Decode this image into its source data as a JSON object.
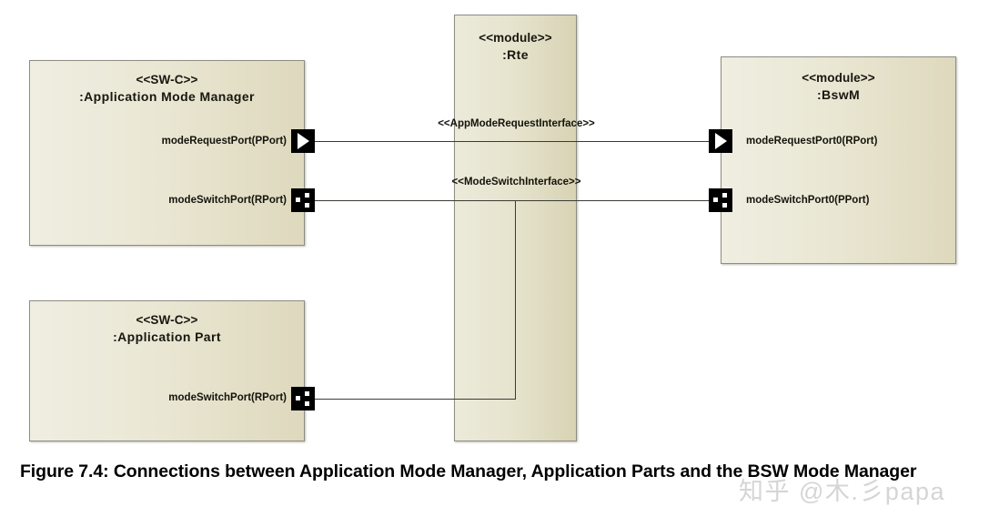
{
  "figure": {
    "caption": "Figure 7.4: Connections between Application Mode Manager, Application Parts and the BSW Mode Manager",
    "watermark": "知乎 @木.彡papa"
  },
  "colors": {
    "component_fill_light": "#efeee1",
    "component_fill_dark": "#ded9bd",
    "component_border": "#8d8d82",
    "connector": "#3b3b35",
    "port_glyph": "#000000",
    "text": "#14130c"
  },
  "components": [
    {
      "id": "application-mode-manager",
      "stereotype": "<<SW-C>>",
      "instance": ":Application Mode Manager",
      "ports": [
        {
          "id": "mode-request-port",
          "label": "modeRequestPort(PPort)",
          "kind": "pport"
        },
        {
          "id": "mode-switch-port",
          "label": "modeSwitchPort(RPort)",
          "kind": "rport"
        }
      ]
    },
    {
      "id": "rte",
      "stereotype": "<<module>>",
      "instance": ":Rte",
      "ports": []
    },
    {
      "id": "bswm",
      "stereotype": "<<module>>",
      "instance": ":BswM",
      "ports": [
        {
          "id": "mode-request-port0",
          "label": "modeRequestPort0(RPort)",
          "kind": "pport"
        },
        {
          "id": "mode-switch-port0",
          "label": "modeSwitchPort0(PPort)",
          "kind": "rport"
        }
      ]
    },
    {
      "id": "application-part",
      "stereotype": "<<SW-C>>",
      "instance": ":Application Part",
      "ports": [
        {
          "id": "mode-switch-port-app-part",
          "label": "modeSwitchPort(RPort)",
          "kind": "rport"
        }
      ]
    }
  ],
  "connections": [
    {
      "id": "app-mode-request-interface",
      "label": "<<AppModeRequestInterface>>",
      "from": "application-mode-manager.modeRequestPort(PPort)",
      "to": "bswm.modeRequestPort0(RPort)"
    },
    {
      "id": "mode-switch-interface",
      "label": "<<ModeSwitchInterface>>",
      "from": "application-mode-manager.modeSwitchPort(RPort)",
      "to": "bswm.modeSwitchPort0(PPort)"
    }
  ]
}
